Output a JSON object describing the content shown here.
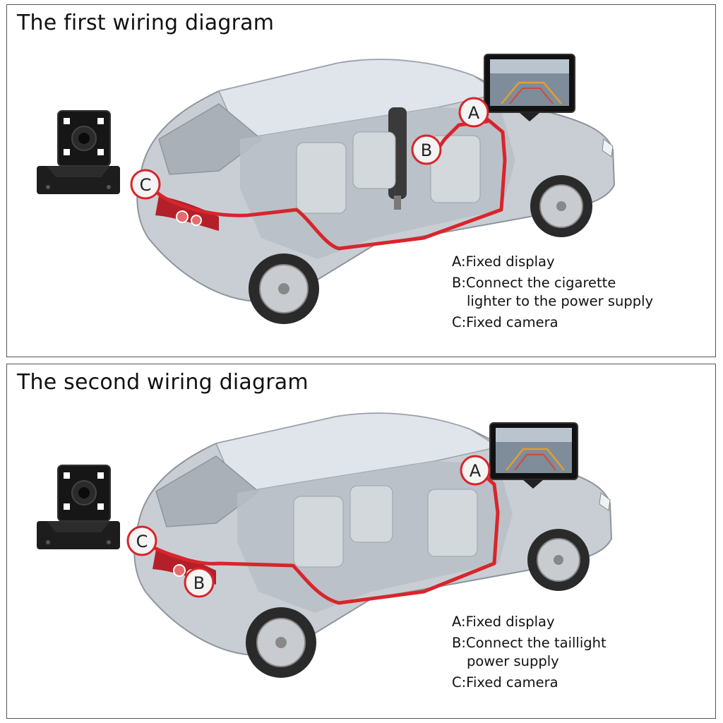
{
  "diagrams": [
    {
      "title": "The first wiring diagram",
      "markers": [
        "A",
        "B",
        "C"
      ],
      "legend": {
        "a": "A:Fixed display",
        "b_line1": "B:Connect the cigarette",
        "b_line2": "lighter to the power supply",
        "c": "C:Fixed camera"
      }
    },
    {
      "title": "The second wiring diagram",
      "markers": [
        "A",
        "B",
        "C"
      ],
      "legend": {
        "a": "A:Fixed display",
        "b_line1": "B:Connect the taillight",
        "b_line2": "power supply",
        "c": "C:Fixed camera"
      }
    }
  ],
  "colors": {
    "wire": "#d8252b",
    "marker_ring": "#d8252b",
    "car_body": "#c9ced4",
    "car_shadow": "#8e959c",
    "glass": "#dfe5ea"
  },
  "icons": [
    "backup-camera-icon",
    "monitor-icon",
    "car-icon",
    "cigarette-lighter-plug-icon"
  ]
}
